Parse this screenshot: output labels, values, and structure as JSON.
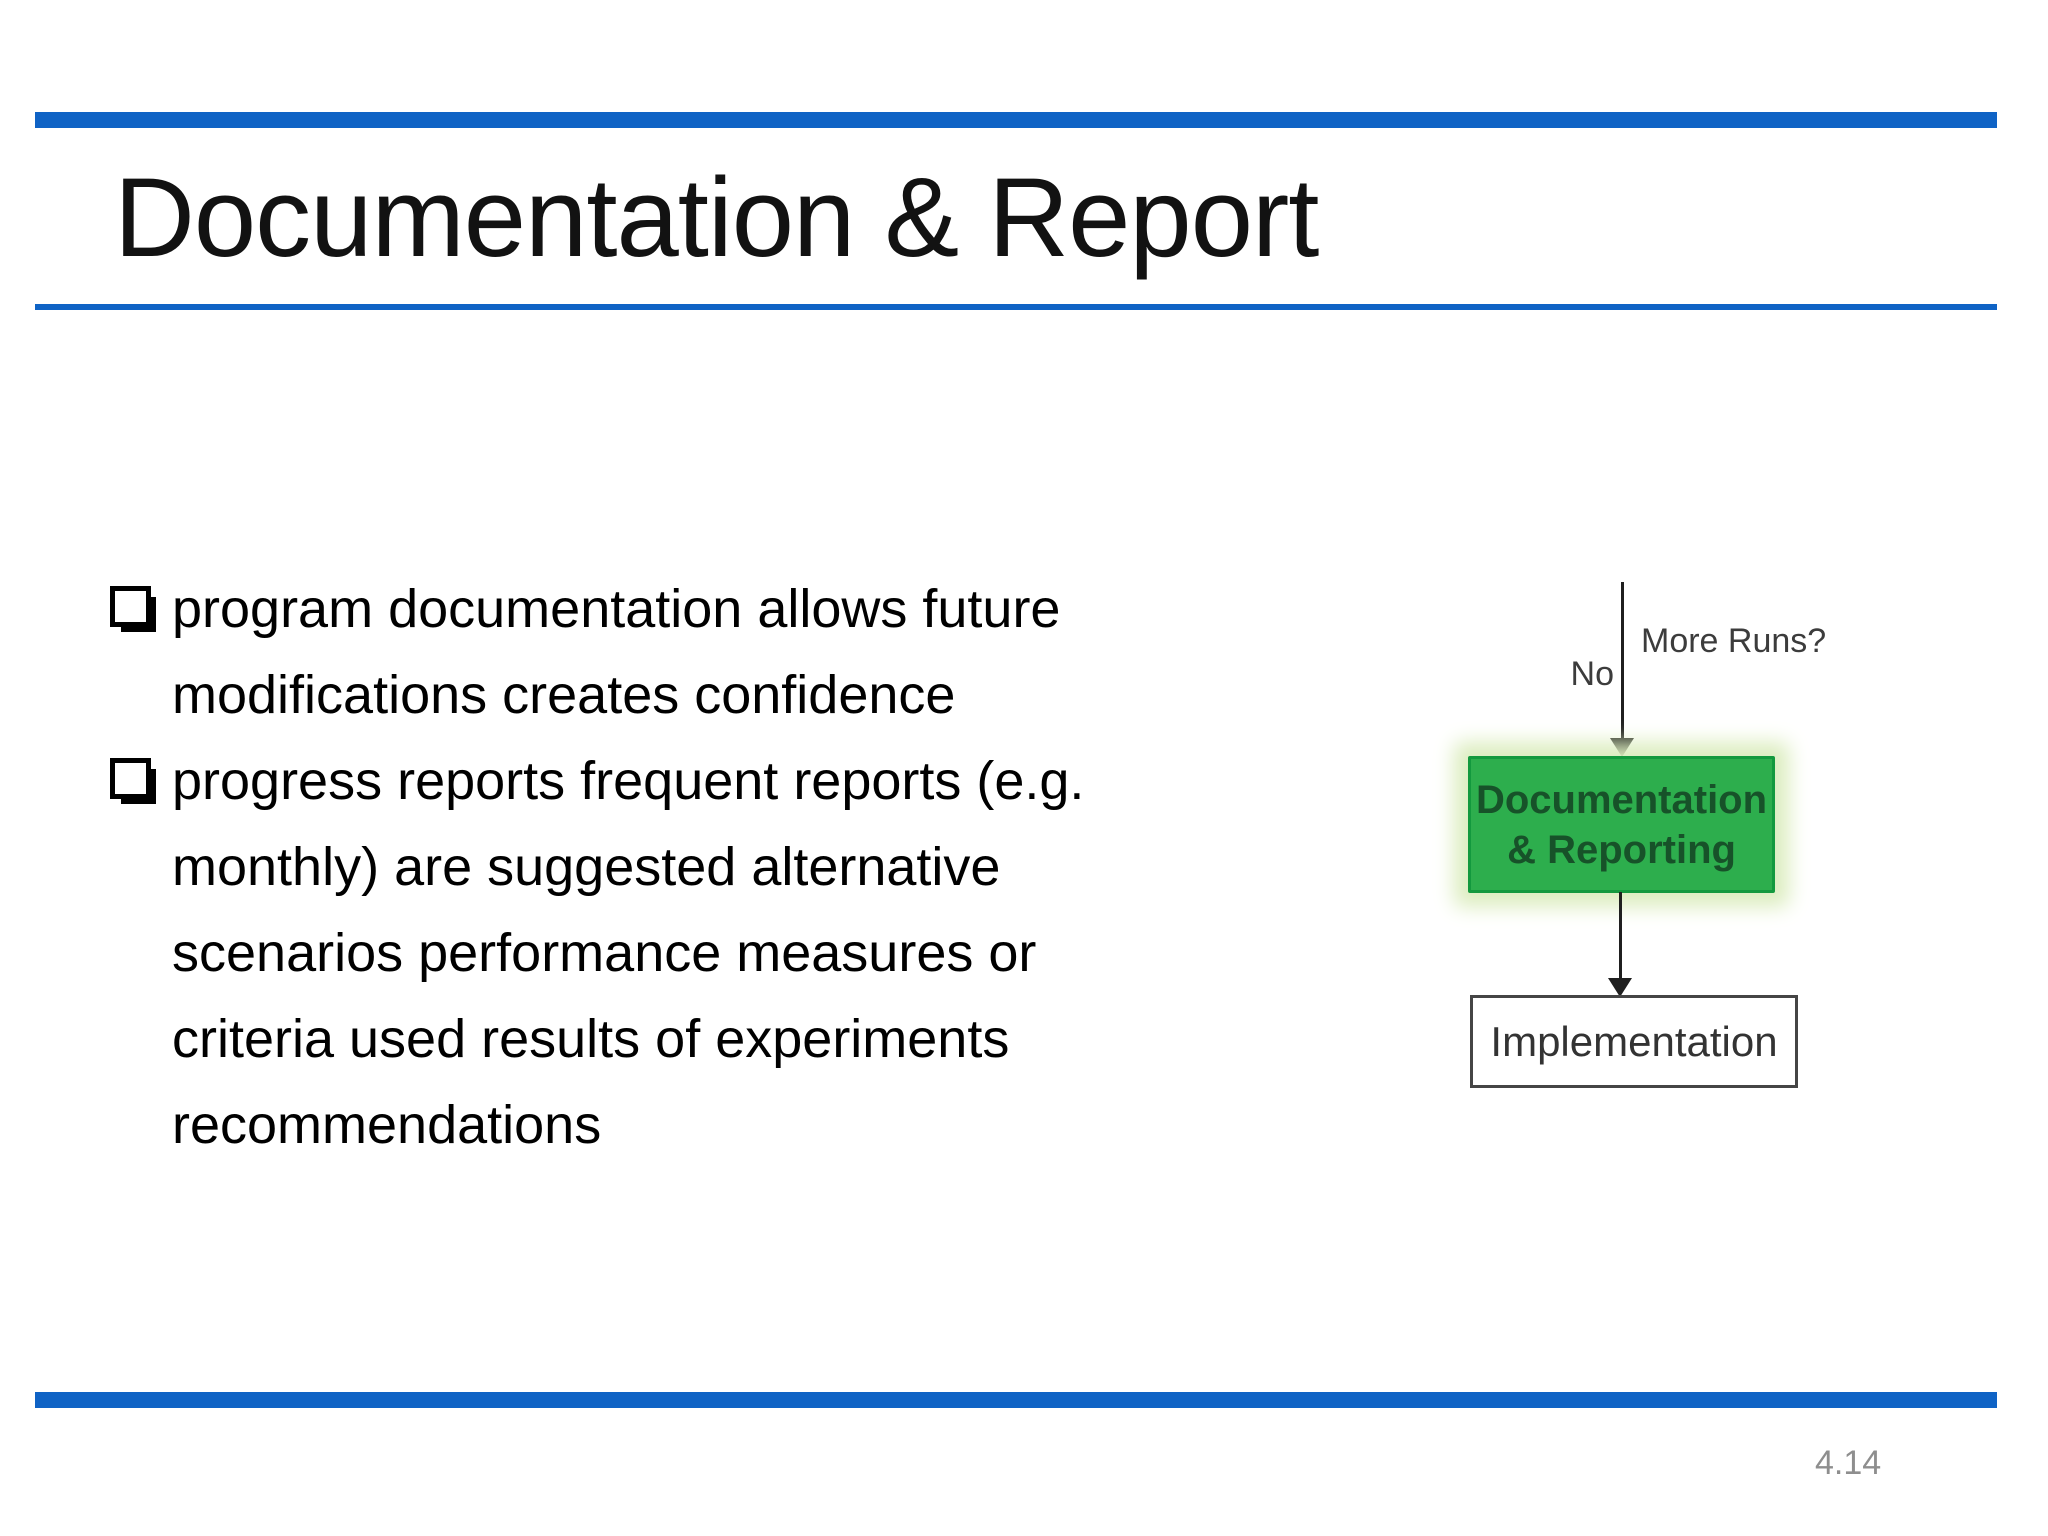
{
  "slide": {
    "title": "Documentation & Report",
    "page_number": "4.14"
  },
  "colors": {
    "accent_blue": "#0f63c5",
    "flow_green_fill": "#2dae4d",
    "flow_green_border": "#13993e",
    "flow_green_glow": "#dcedbf",
    "flow_box_text_green": "#175229",
    "impl_border_gray": "#454545",
    "page_number_gray": "#8e8e8e"
  },
  "content": {
    "bullets": [
      {
        "lines": [
          "program documentation allows future",
          "modifications creates confidence"
        ]
      },
      {
        "lines": [
          "progress reports frequent reports (e.g.",
          "monthly) are suggested alternative",
          "scenarios performance measures or",
          "criteria used results of experiments",
          "recommendations"
        ]
      }
    ]
  },
  "flowchart": {
    "arrow_top_label": "More Runs?",
    "arrow_no_label": "No",
    "doc_box_line1": "Documentation",
    "doc_box_line2": "& Reporting",
    "impl_box_label": "Implementation"
  }
}
